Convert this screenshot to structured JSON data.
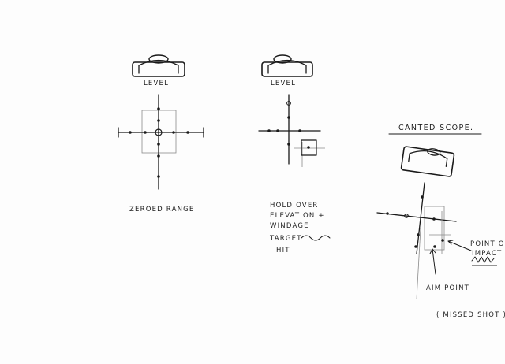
{
  "panels": {
    "left": {
      "level_label": "LEVEL",
      "caption": "ZEROED RANGE"
    },
    "middle": {
      "level_label": "LEVEL",
      "caption_lines": [
        "HOLD OVER",
        "ELEVATION +",
        "WINDAGE",
        "TARGET",
        "HIT"
      ]
    },
    "right": {
      "title": "CANTED SCOPE.",
      "point_of_impact_lines": [
        "POINT OF",
        "IMPACT"
      ],
      "aim_point_label": "AIM POINT",
      "missed_shot_label": "( MISSED SHOT )."
    }
  }
}
